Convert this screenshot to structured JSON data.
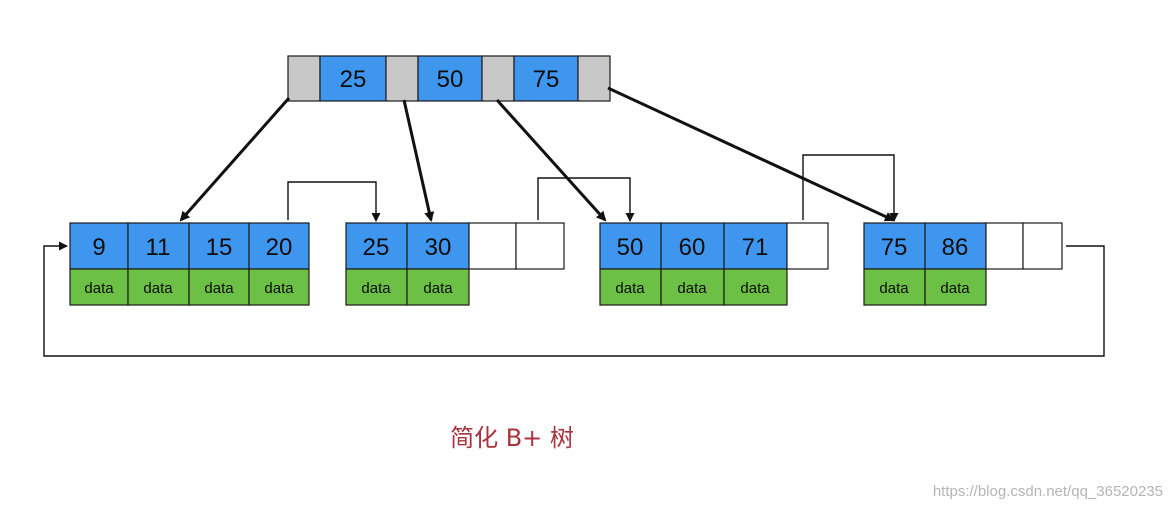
{
  "root": {
    "keys": [
      "25",
      "50",
      "75"
    ]
  },
  "leaves": [
    {
      "keys": [
        "9",
        "11",
        "15",
        "20"
      ],
      "data": [
        "data",
        "data",
        "data",
        "data"
      ]
    },
    {
      "keys": [
        "25",
        "30"
      ],
      "data": [
        "data",
        "data"
      ]
    },
    {
      "keys": [
        "50",
        "60",
        "71"
      ],
      "data": [
        "data",
        "data",
        "data"
      ]
    },
    {
      "keys": [
        "75",
        "86"
      ],
      "data": [
        "data",
        "data"
      ]
    }
  ],
  "caption": "简化 B+ 树",
  "watermark": "https://blog.csdn.net/qq_36520235",
  "colors": {
    "key_fill": "#3f96ef",
    "pointer_fill": "#c8c8c8",
    "data_fill": "#6cc045",
    "empty_fill": "#ffffff",
    "stroke": "#1a1a1a",
    "caption": "#a8343f"
  }
}
